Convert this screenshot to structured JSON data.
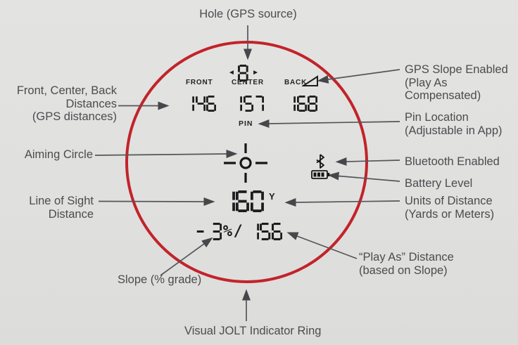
{
  "colors": {
    "background": "#e0e0de",
    "ring_red": "#c2232a",
    "label_text": "#4b4c50",
    "display_ink": "#1d1d1f"
  },
  "display": {
    "hole_number": "8",
    "front_label": "FRONT",
    "center_label": "CENTER",
    "back_label": "BACK",
    "front_distance": "146",
    "center_distance": "157",
    "back_distance": "168",
    "pin_label": "PIN",
    "line_of_sight_distance": "160",
    "units": "Y",
    "slope_and_play_as": "- 3%/ 156"
  },
  "icons": {
    "prev_hole": "◄",
    "next_hole": "►"
  },
  "callouts": {
    "hole": "Hole (GPS source)",
    "front_center_back": [
      "Front, Center, Back",
      "Distances",
      "(GPS distances)"
    ],
    "aiming_circle": "Aiming Circle",
    "line_of_sight": [
      "Line of Sight",
      "Distance"
    ],
    "slope": "Slope (% grade)",
    "jolt_ring": "Visual JOLT Indicator Ring",
    "gps_slope": [
      "GPS Slope Enabled",
      "(Play As Compensated)"
    ],
    "pin_location": [
      "Pin Location",
      "(Adjustable in App)"
    ],
    "bluetooth": "Bluetooth Enabled",
    "battery": "Battery Level",
    "units": [
      "Units of Distance",
      "(Yards or Meters)"
    ],
    "play_as": [
      "“Play As” Distance",
      "(based on Slope)"
    ]
  }
}
